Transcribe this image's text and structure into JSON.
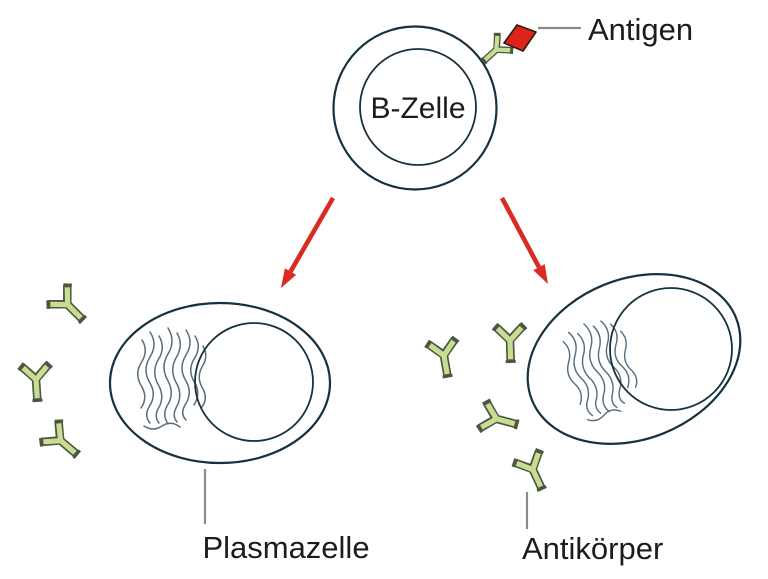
{
  "diagram": {
    "labels": {
      "antigen": "Antigen",
      "b_cell": "B-Zelle",
      "plasma_cell": "Plasmazelle",
      "antibody": "Antikörper"
    },
    "colors": {
      "cell_blue_dark": "#1e81c1",
      "cell_blue": "#2f9ad4",
      "cell_blue_light": "#45abdf",
      "ring_blue_dark": "#2b91cd",
      "ring_blue_light": "#3fa6dc",
      "nucleus_teal_light": "#92d2dd",
      "nucleus_teal": "#60bcd2",
      "outline_dark": "#16313f",
      "antibody_green_fill": "#c9dd92",
      "antibody_green_dark": "#4c5640",
      "er_outline": "#566f7c",
      "antigen_red": "#df2318",
      "arrow_red": "#d92b22",
      "leader_line_gray": "#8a8a8a",
      "text_black": "#1c1c1c"
    }
  }
}
